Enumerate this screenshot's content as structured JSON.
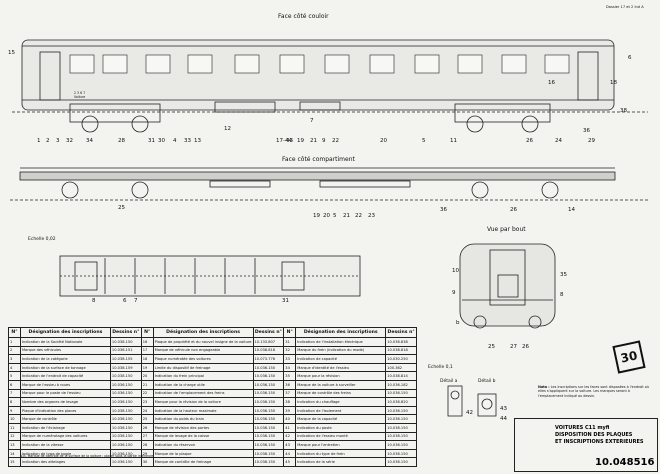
{
  "header": {
    "top_right_stamp": "Dossier 17 et 2 Ind A"
  },
  "views": {
    "corridor_side": "Face côté couloir",
    "compartment_side": "Face côté compartiment",
    "end_view": "Vue par bout",
    "scale_main": "Echelle 0,02",
    "scale_detail": "Echelle 0,1",
    "detail_a": "Détail a",
    "detail_b": "Détail b"
  },
  "car_marking": {
    "line1": "2 3 6 7",
    "line2": "Voiture"
  },
  "callouts_top": [
    "15",
    "1",
    "2",
    "3",
    "32",
    "34",
    "28",
    "31",
    "30",
    "4",
    "33",
    "13",
    "12",
    "17-44",
    "43",
    "19",
    "20",
    "5",
    "11",
    "26",
    "24",
    "36",
    "38",
    "29",
    "16",
    "18",
    "6",
    "7",
    "9",
    "22",
    "21",
    "25"
  ],
  "callouts_bottom": [
    "25",
    "19",
    "20",
    "5",
    "21",
    "22",
    "23",
    "36",
    "26",
    "14"
  ],
  "callouts_plan": [
    "8",
    "6",
    "7",
    "31"
  ],
  "callouts_end": [
    "10",
    "9",
    "35",
    "8",
    "b",
    "25",
    "27",
    "26"
  ],
  "callouts_detail": [
    "42",
    "43",
    "44"
  ],
  "table": {
    "headers": [
      "N°",
      "Désignation des inscriptions",
      "Dessins n°",
      "N°",
      "Désignation des inscriptions",
      "Dessins n°",
      "N°",
      "Désignation des inscriptions",
      "Dessins n°"
    ],
    "rows": [
      [
        "1",
        "Indication de la Société Nationale",
        "10.038.150",
        "16",
        "Plaque de propriété et du nouvel insigne de la voiture",
        "10.133.807",
        "31",
        "Indication de l'installation électrique",
        "10.036.838"
      ],
      [
        "2",
        "Marque des véhicules",
        "10.036.151",
        "17",
        "Marque de véhicule non engageable",
        "10.038.818",
        "32",
        "Marque du frein (indication du mode)",
        "10.038.818"
      ],
      [
        "3",
        "Indication de la catégorie",
        "10.038.155",
        "18",
        "Plaque numérotée des voitures",
        "10.073.776",
        "33",
        "Indication de capacité",
        "10.030.250"
      ],
      [
        "4",
        "Indication de la surface de tonnage",
        "10.038.159",
        "19",
        "Limite du dispositif de freinage",
        "10.036.150",
        "34",
        "Marque d'identité de l'essieu",
        "100.362"
      ],
      [
        "5",
        "Indication de l'endroit de capacité",
        "10.038.150",
        "20",
        "Indication du frein principal",
        "10.036.150",
        "35",
        "Marque pour la révision",
        "10.038.814"
      ],
      [
        "6",
        "Marque de l'essieu à roues",
        "10.036.150",
        "21",
        "Indication de la charge utile",
        "10.036.150",
        "36",
        "Marque de la voiture à surveiller",
        "10.036.182"
      ],
      [
        "7",
        "Marque pour le poste de l'essieu",
        "10.036.150",
        "22",
        "Indication de l'emplacement des freins",
        "10.036.150",
        "37",
        "Marque de contrôle des freins",
        "10.036.150"
      ],
      [
        "8",
        "Nombre des organes de levage",
        "10.036.150",
        "23",
        "Marque pour la révision de la voiture",
        "10.036.150",
        "38",
        "Indication du chauffage",
        "10.036.820"
      ],
      [
        "9",
        "Plaque d'indication des places",
        "10.038.150",
        "24",
        "Indication de la hauteur maximale",
        "10.036.150",
        "39",
        "Indication de l'isolement",
        "10.036.150"
      ],
      [
        "10",
        "Marque de contrôle",
        "10.036.150",
        "25",
        "Indication du poids du train",
        "10.036.150",
        "40",
        "Marque de la capacité",
        "10.036.150"
      ],
      [
        "11",
        "Indication de l'éclairage",
        "10.036.150",
        "26",
        "Marque de révision des portes",
        "10.036.150",
        "41",
        "Indication du poste",
        "10.036.150"
      ],
      [
        "12",
        "Marque de numérotage des voitures",
        "10.036.150",
        "27",
        "Marque de levage de la caisse",
        "10.036.150",
        "42",
        "Indication de l'essieu monté",
        "10.036.150"
      ],
      [
        "13",
        "Indication de la vitesse",
        "10.036.150",
        "28",
        "Indication du réservoir",
        "10.036.150",
        "43",
        "Marque pour l'entretien",
        "10.036.150"
      ],
      [
        "14",
        "Indication de type de bogie",
        "10.036.150",
        "29",
        "Marque de la plaque",
        "10.036.150",
        "44",
        "Indication du type de frein",
        "10.036.150"
      ],
      [
        "15",
        "Indication des attelages",
        "10.036.150",
        "30",
        "Marque de contrôle de freinage",
        "10.036.150",
        "45",
        "Indication de la série",
        "10.036.150"
      ]
    ],
    "footnote": "N.B. Marque de contrôle de la surface de la voiture : placer sous la partie inférieure."
  },
  "note": {
    "label": "Nota :",
    "text": "Les inscriptions sur les faces sont disposées à l'endroit où elles s'appliquent sur la voiture. Les marques seront à l'emplacement indiqué au dessin."
  },
  "title_block": {
    "line1": "VOITURES C11 myfi",
    "line2": "DISPOSITION DES PLAQUES",
    "line3": "ET INSCRIPTIONS EXTERIEURES",
    "drawing_number": "10.048516"
  },
  "sheet_badge": "30"
}
